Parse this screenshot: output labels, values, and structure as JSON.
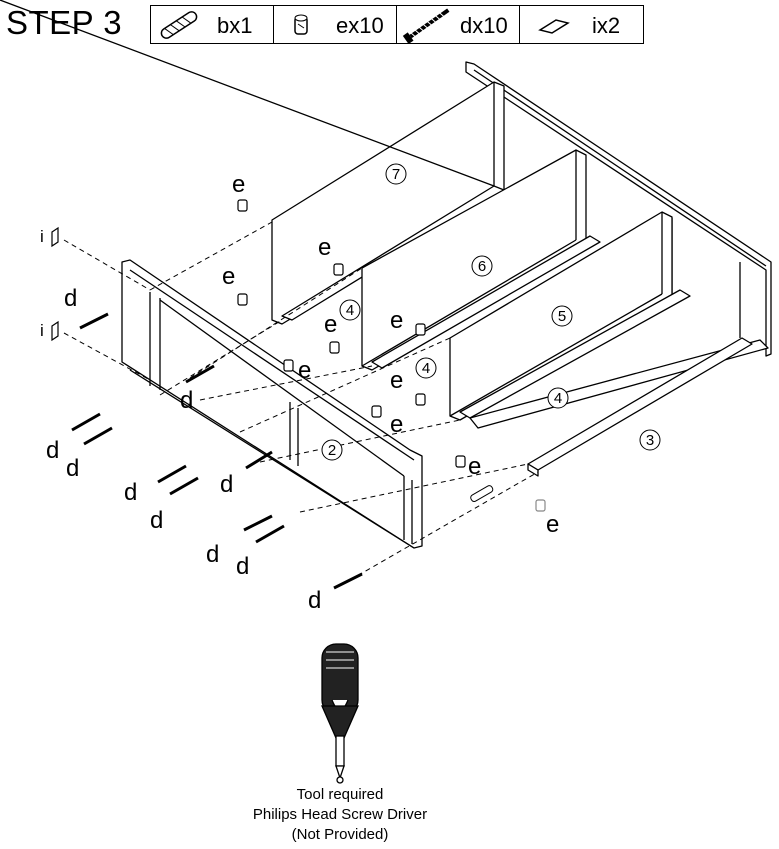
{
  "step": {
    "title": "STEP 3"
  },
  "parts": [
    {
      "id": "b",
      "count": "bx1",
      "icon": "dowel-icon"
    },
    {
      "id": "e",
      "count": "ex10",
      "icon": "cam-lock-icon"
    },
    {
      "id": "d",
      "count": "dx10",
      "icon": "screw-icon"
    },
    {
      "id": "i",
      "count": "ix2",
      "icon": "cap-icon"
    }
  ],
  "panel_numbers": [
    "7",
    "6",
    "5",
    "4",
    "4",
    "4",
    "3",
    "2"
  ],
  "letters": {
    "e": "e",
    "d": "d",
    "i": "i"
  },
  "tool": {
    "line1": "Tool required",
    "line2": "Philips Head Screw Driver",
    "line3": "(Not Provided)",
    "icon": "screwdriver-icon"
  }
}
